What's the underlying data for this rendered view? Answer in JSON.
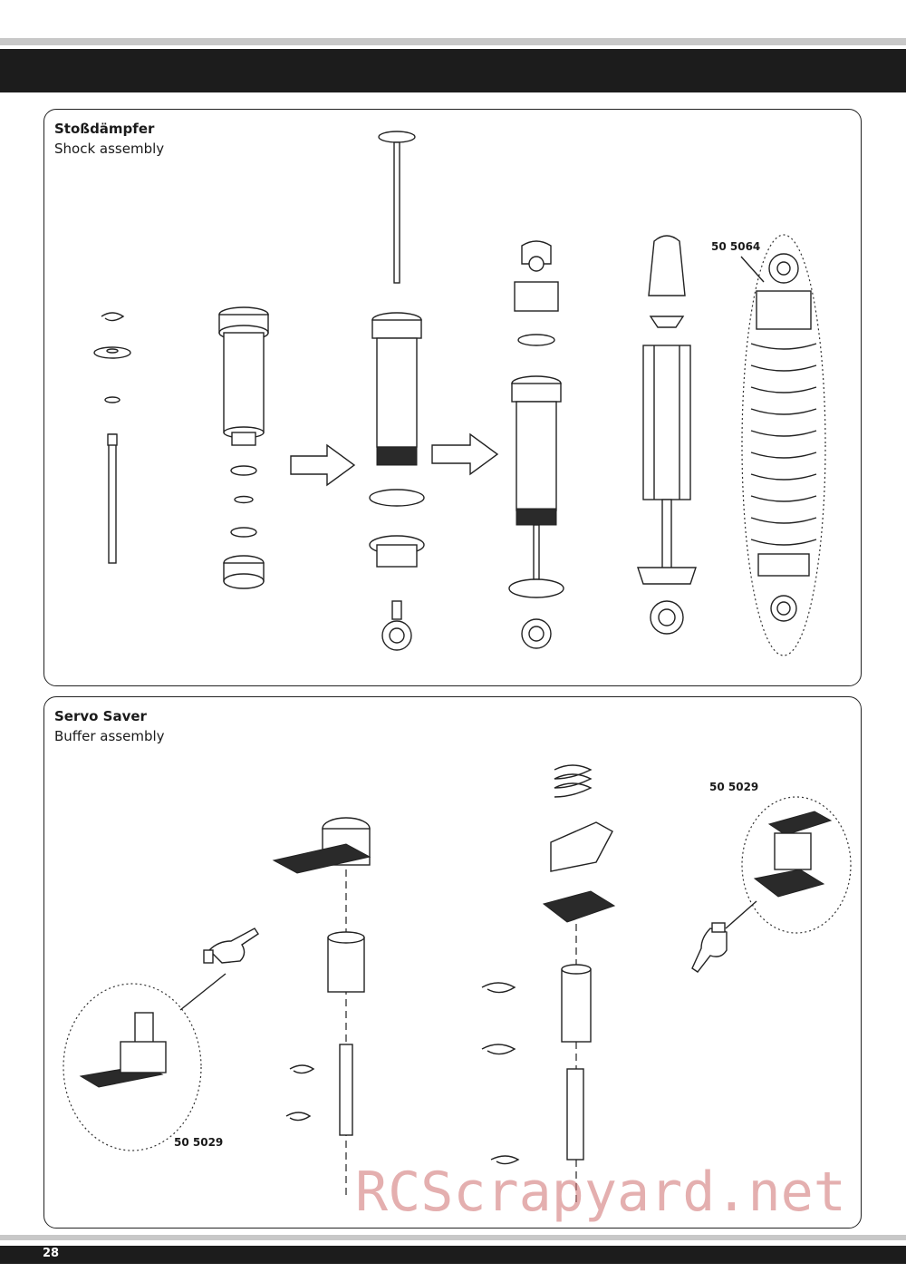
{
  "sections": [
    {
      "title": "Stoßdämpfer",
      "subtitle": "Shock assembly",
      "part_number": "50 5064"
    },
    {
      "title": "Servo Saver",
      "subtitle": "Buffer assembly",
      "part_numbers": [
        "50 5029",
        "50 5029"
      ]
    }
  ],
  "footer": {
    "page_number": "28"
  },
  "watermark": "RCScrapyard.net",
  "colors": {
    "header_bar": "#1c1c1c",
    "rule": "#c8c8c8",
    "watermark": "#cd6e6e"
  },
  "icons": [
    "arrow-right-icon",
    "pointing-hand-icon"
  ]
}
